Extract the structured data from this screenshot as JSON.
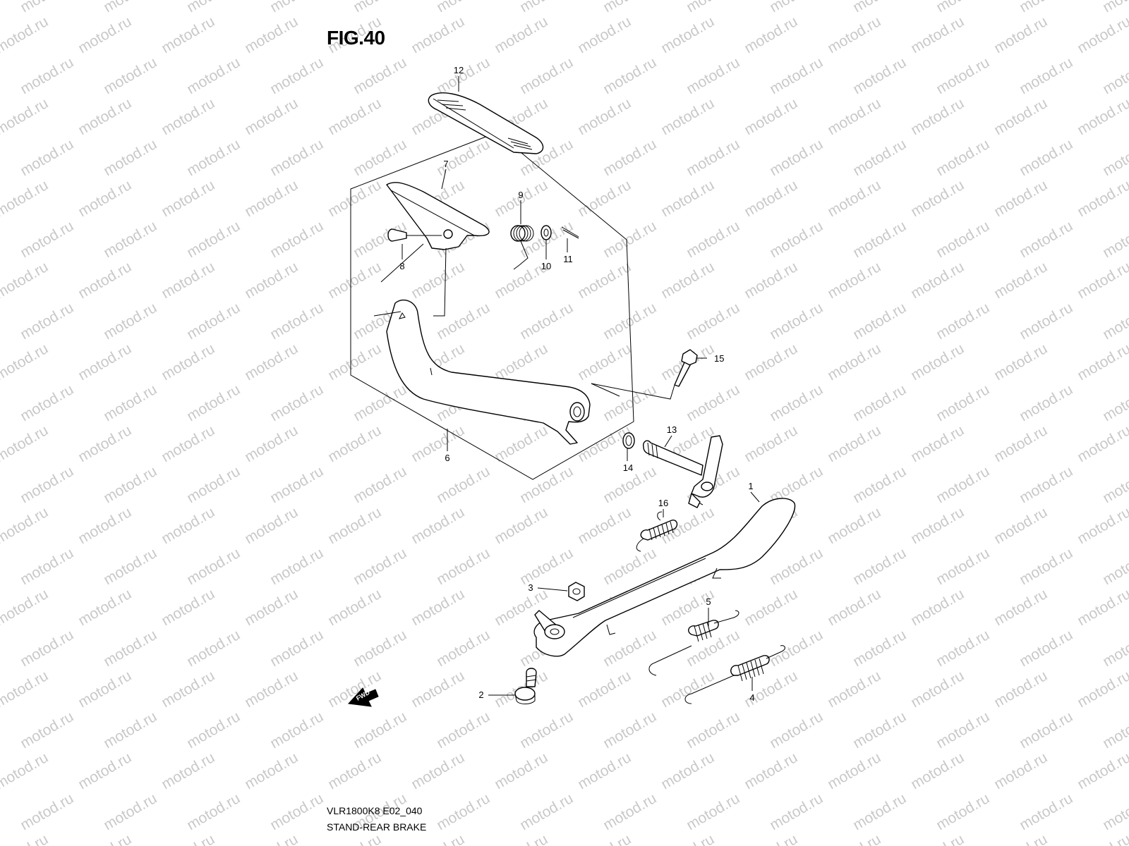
{
  "figure": {
    "title": "FIG.40",
    "model_code": "VLR1800K8 E02_040",
    "name": "STAND-REAR BRAKE"
  },
  "watermark": "motod.ru",
  "direction_arrow": "FWD",
  "parts": [
    {
      "id": "part-1",
      "label": "1",
      "name": "side stand"
    },
    {
      "id": "part-2",
      "label": "2",
      "name": "pivot bolt"
    },
    {
      "id": "part-3",
      "label": "3",
      "name": "nut"
    },
    {
      "id": "part-4",
      "label": "4",
      "name": "spring"
    },
    {
      "id": "part-5",
      "label": "5",
      "name": "spring"
    },
    {
      "id": "part-6",
      "label": "6",
      "name": "rear brake pedal assembly"
    },
    {
      "id": "part-7",
      "label": "7",
      "name": "pedal"
    },
    {
      "id": "part-8",
      "label": "8",
      "name": "pin"
    },
    {
      "id": "part-9",
      "label": "9",
      "name": "spring"
    },
    {
      "id": "part-10",
      "label": "10",
      "name": "washer"
    },
    {
      "id": "part-11",
      "label": "11",
      "name": "cotter pin"
    },
    {
      "id": "part-12",
      "label": "12",
      "name": "pedal rubber"
    },
    {
      "id": "part-13",
      "label": "13",
      "name": "brake shaft"
    },
    {
      "id": "part-14",
      "label": "14",
      "name": "o-ring"
    },
    {
      "id": "part-15",
      "label": "15",
      "name": "bolt"
    },
    {
      "id": "part-16",
      "label": "16",
      "name": "return spring"
    }
  ]
}
